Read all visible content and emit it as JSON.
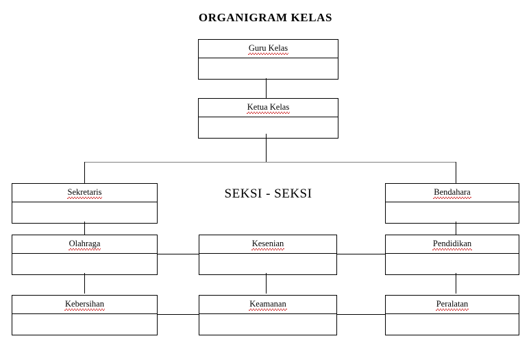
{
  "title": "ORGANIGRAM KELAS",
  "center_label": "SEKSI - SEKSI",
  "nodes": {
    "guru_kelas": "Guru Kelas",
    "ketua_kelas": "Ketua Kelas",
    "sekretaris": "Sekretaris",
    "bendahara": "Bendahara",
    "olahraga": "Olahraga",
    "kesenian": "Kesenian",
    "pendidikan": "Pendidikan",
    "kebersihan": "Kebersihan",
    "keamanan": "Keamanan",
    "peralatan": "Peralatan"
  },
  "chart_data": {
    "type": "diagram",
    "diagram_kind": "organization-chart",
    "title": "ORGANIGRAM KELAS",
    "annotations": [
      "SEKSI - SEKSI"
    ],
    "nodes": [
      {
        "id": "guru_kelas",
        "label": "Guru Kelas",
        "level": 0
      },
      {
        "id": "ketua_kelas",
        "label": "Ketua Kelas",
        "level": 1
      },
      {
        "id": "sekretaris",
        "label": "Sekretaris",
        "level": 2,
        "column": "left"
      },
      {
        "id": "bendahara",
        "label": "Bendahara",
        "level": 2,
        "column": "right"
      },
      {
        "id": "olahraga",
        "label": "Olahraga",
        "level": 3,
        "column": "left"
      },
      {
        "id": "kesenian",
        "label": "Kesenian",
        "level": 3,
        "column": "center"
      },
      {
        "id": "pendidikan",
        "label": "Pendidikan",
        "level": 3,
        "column": "right"
      },
      {
        "id": "kebersihan",
        "label": "Kebersihan",
        "level": 4,
        "column": "left"
      },
      {
        "id": "keamanan",
        "label": "Keamanan",
        "level": 4,
        "column": "center"
      },
      {
        "id": "peralatan",
        "label": "Peralatan",
        "level": 4,
        "column": "right"
      }
    ],
    "edges": [
      {
        "from": "guru_kelas",
        "to": "ketua_kelas"
      },
      {
        "from": "ketua_kelas",
        "to": "sekretaris"
      },
      {
        "from": "ketua_kelas",
        "to": "bendahara"
      },
      {
        "from": "sekretaris",
        "to": "olahraga"
      },
      {
        "from": "bendahara",
        "to": "pendidikan"
      },
      {
        "from": "olahraga",
        "to": "kesenian"
      },
      {
        "from": "kesenian",
        "to": "pendidikan"
      },
      {
        "from": "olahraga",
        "to": "kebersihan"
      },
      {
        "from": "kesenian",
        "to": "keamanan"
      },
      {
        "from": "pendidikan",
        "to": "peralatan"
      },
      {
        "from": "kebersihan",
        "to": "keamanan"
      },
      {
        "from": "keamanan",
        "to": "peralatan"
      }
    ]
  }
}
